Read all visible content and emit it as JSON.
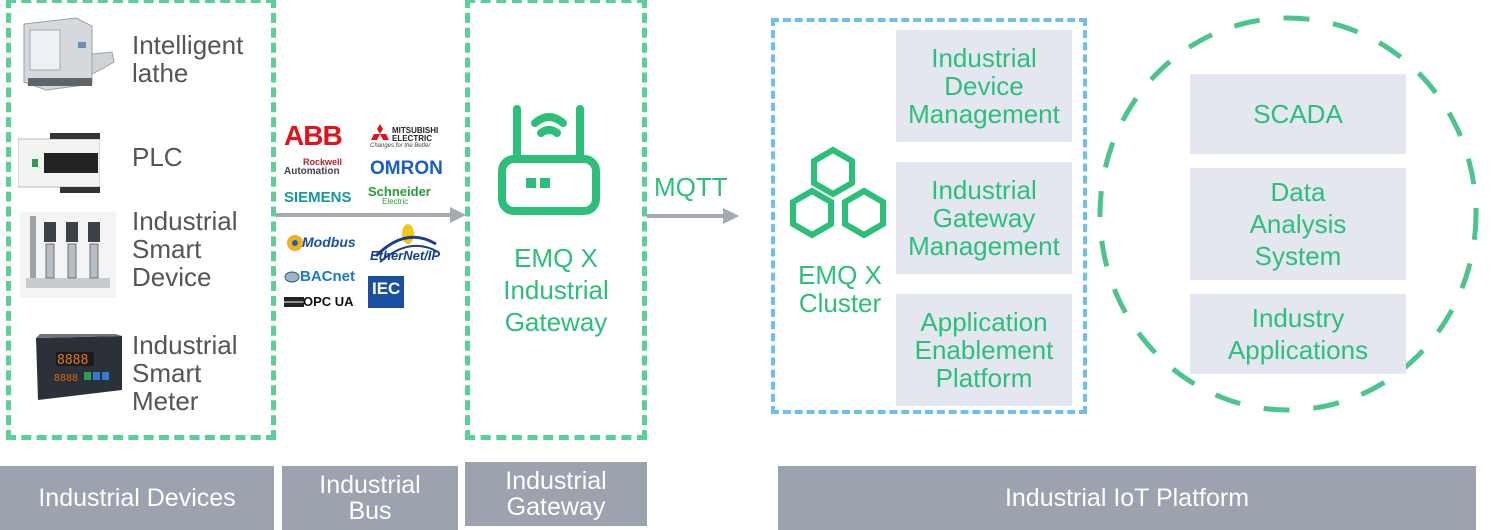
{
  "devices": {
    "items": [
      {
        "label_line1": "Intelligent",
        "label_line2": "lathe",
        "icon": "lathe-machine-icon"
      },
      {
        "label_line1": "PLC",
        "icon": "plc-icon"
      },
      {
        "label_line1": "Industrial",
        "label_line2": "Smart",
        "label_line3": "Device",
        "icon": "pump-device-icon"
      },
      {
        "label_line1": "Industrial",
        "label_line2": "Smart",
        "label_line3": "Meter",
        "icon": "meter-icon"
      }
    ]
  },
  "bus": {
    "vendors": [
      "ABB",
      "MITSUBISHI",
      "ELECTRIC",
      "Changes for the Better",
      "Rockwell",
      "Automation",
      "OMRON",
      "SIEMENS",
      "Schneider",
      "Electric"
    ],
    "protocols": [
      "Modbus",
      "EtherNet/IP",
      "BACnet",
      "OPC UA",
      "IEC"
    ]
  },
  "gateway": {
    "line1": "EMQ X",
    "line2": "Industrial",
    "line3": "Gateway",
    "icon": "router-icon"
  },
  "arrow_label": "MQTT",
  "cluster": {
    "line1": "EMQ X",
    "line2": "Cluster",
    "icon": "hexagons-icon",
    "modules": [
      {
        "l1": "Industrial",
        "l2": "Device",
        "l3": "Management"
      },
      {
        "l1": "Industrial",
        "l2": "Gateway",
        "l3": "Management"
      },
      {
        "l1": "Application",
        "l2": "Enablement",
        "l3": "Platform"
      }
    ]
  },
  "apps": {
    "items": [
      {
        "l1": "SCADA"
      },
      {
        "l1": "Data",
        "l2": "Analysis",
        "l3": "System"
      },
      {
        "l1": "Industry",
        "l2": "Applications"
      }
    ]
  },
  "footer": {
    "devices": "Industrial Devices",
    "bus_l1": "Industrial",
    "bus_l2": "Bus",
    "gateway_l1": "Industrial",
    "gateway_l2": "Gateway",
    "platform": "Industrial IoT Platform"
  },
  "colors": {
    "green": "#2cbf7a",
    "dash_green": "#5ccf99",
    "dash_blue": "#6ec0ea",
    "module_bg": "#e4e7f0",
    "footer_bg": "#9ca2ae",
    "arrow": "#a5a9b2"
  }
}
